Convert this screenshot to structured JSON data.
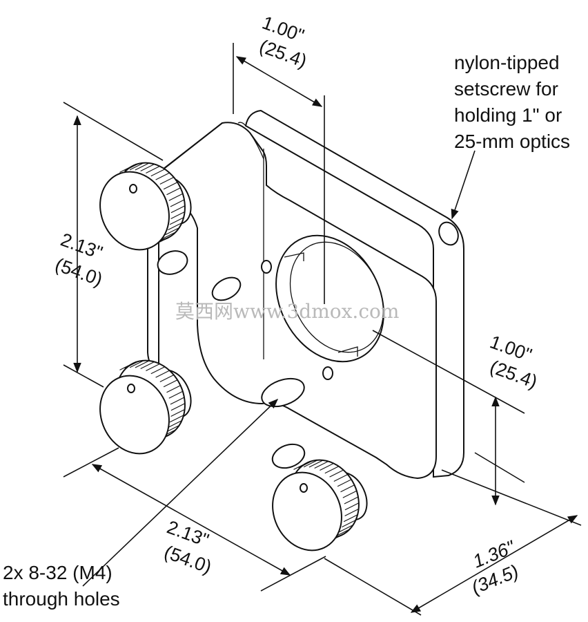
{
  "dimensions": {
    "top_width": {
      "inch": "1.00\"",
      "mm": "(25.4)"
    },
    "left_height": {
      "inch": "2.13\"",
      "mm": "(54.0)"
    },
    "bottom_width": {
      "inch": "2.13\"",
      "mm": "(54.0)"
    },
    "right_offset": {
      "inch": "1.00\"",
      "mm": "(25.4)"
    },
    "depth": {
      "inch": "1.36\"",
      "mm": "(34.5)"
    }
  },
  "notes": {
    "setscrew": [
      "nylon-tipped",
      "setscrew for",
      "holding 1\" or",
      "25-mm optics"
    ],
    "through_holes": [
      "2x 8-32 (M4)",
      "through holes"
    ]
  },
  "watermark": "莫西网www.3dmox.com",
  "colors": {
    "line": "#111111",
    "background": "#ffffff",
    "watermark": "#b9b9b9"
  }
}
